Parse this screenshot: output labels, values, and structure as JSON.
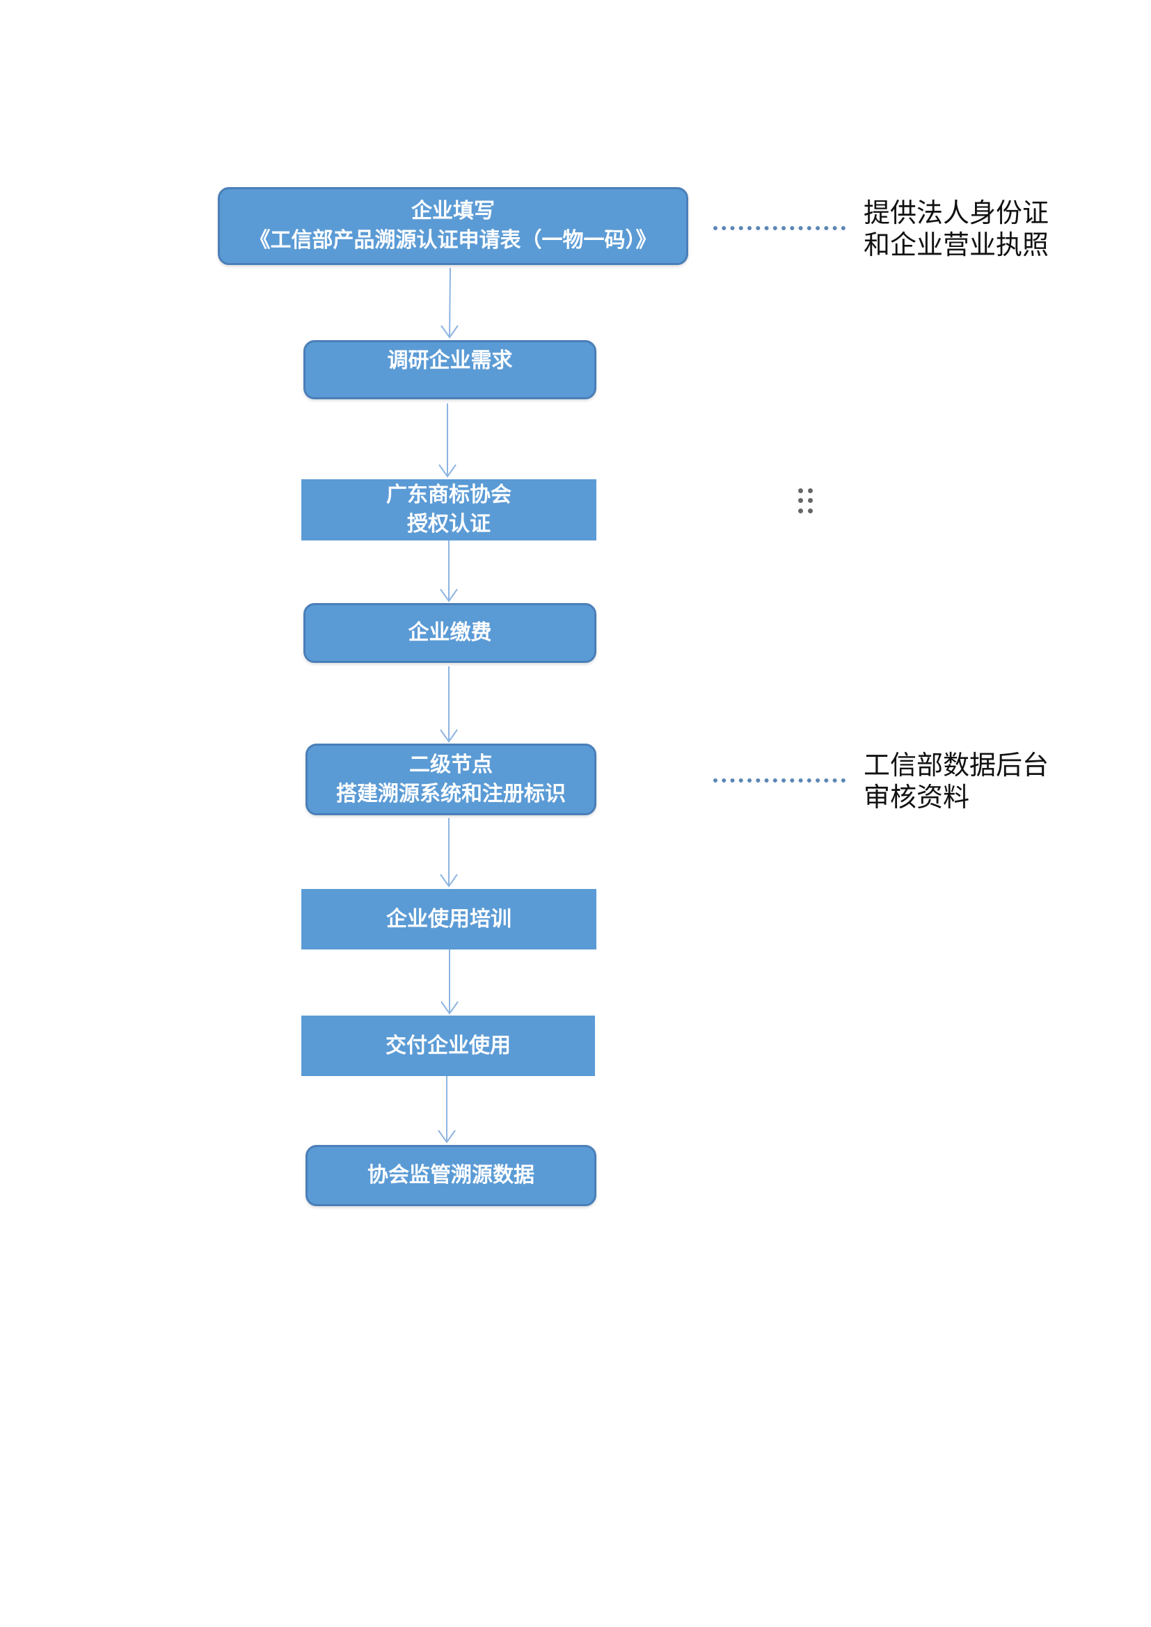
{
  "steps": [
    {
      "line1": "企业填写",
      "line2": "《工信部产品溯源认证申请表（一物一码）》"
    },
    {
      "line1": "调研企业需求"
    },
    {
      "line1": "广东商标协会",
      "line2": "授权认证"
    },
    {
      "line1": "企业缴费"
    },
    {
      "line1": "二级节点",
      "line2": "搭建溯源系统和注册标识"
    },
    {
      "line1": "企业使用培训"
    },
    {
      "line1": "交付企业使用"
    },
    {
      "line1": "协会监管溯源数据"
    }
  ],
  "notes": [
    {
      "line1": "提供法人身份证",
      "line2": "和企业营业执照"
    },
    {
      "line1": "工信部数据后台",
      "line2": "审核资料"
    }
  ],
  "colors": {
    "box": "#5B9BD5",
    "arrow": "#8DB4E2"
  }
}
